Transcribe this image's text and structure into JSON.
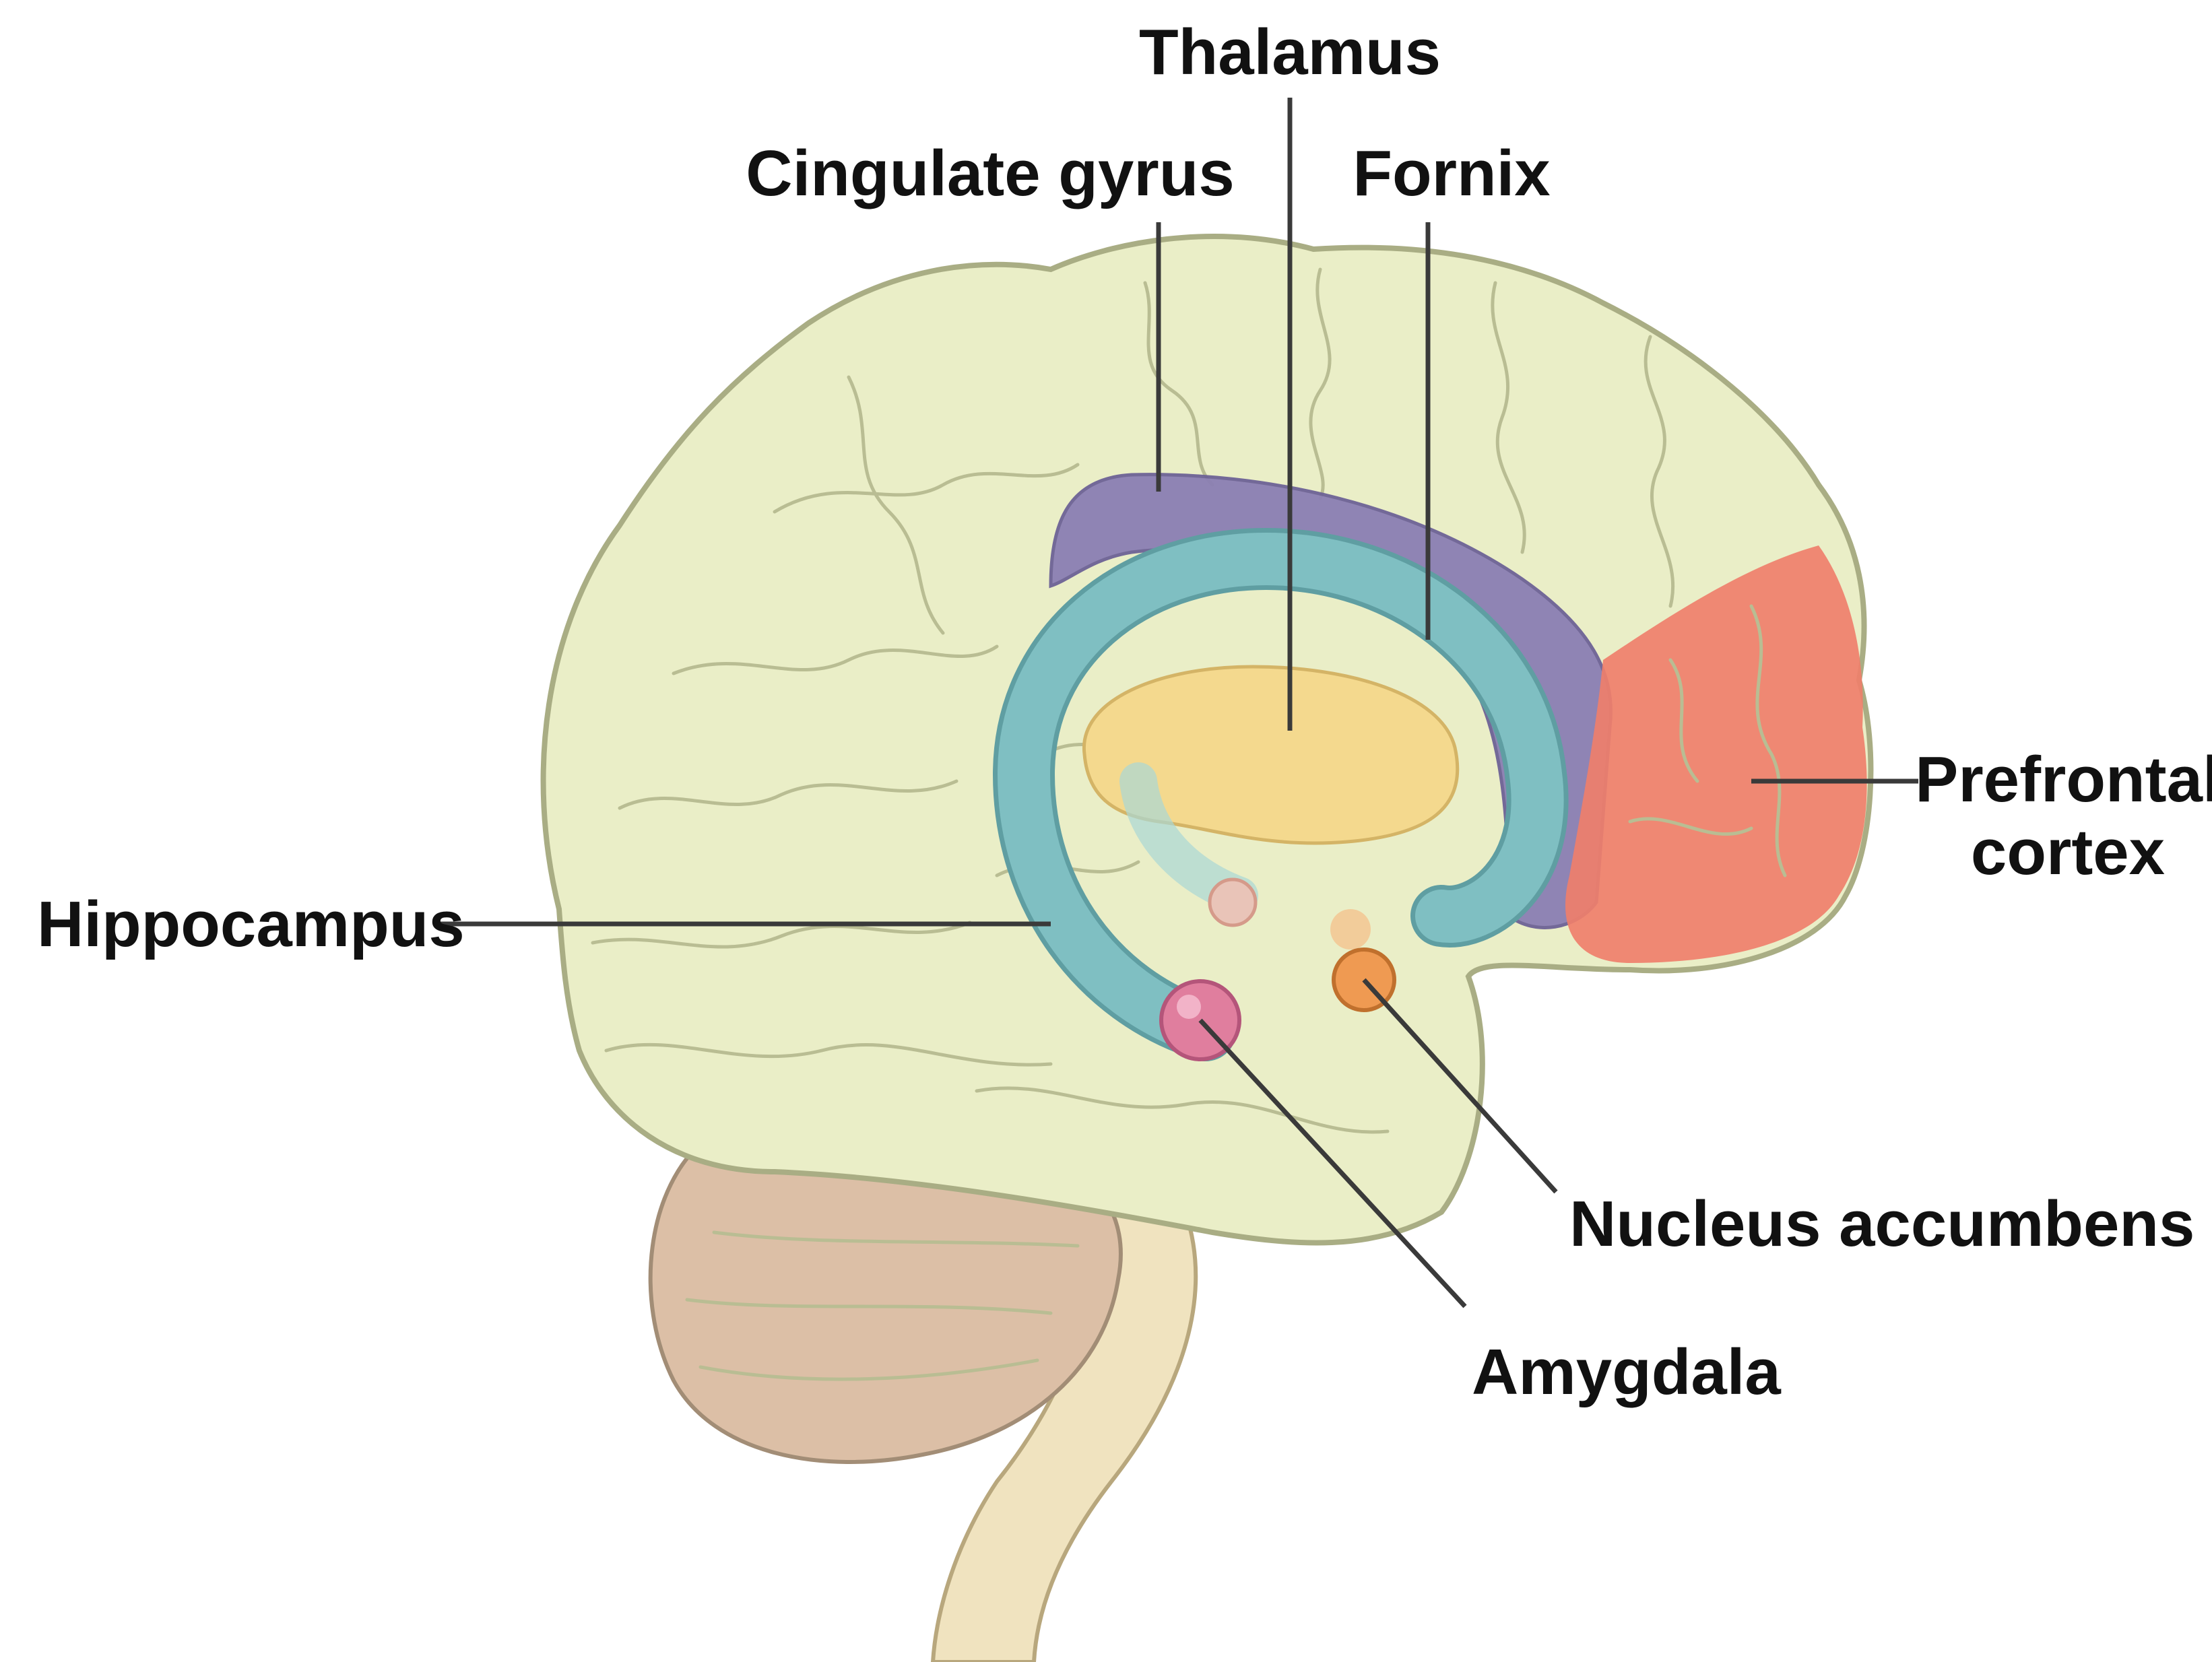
{
  "labels": {
    "thalamus": "Thalamus",
    "cingulate_gyrus": "Cingulate gyrus",
    "fornix": "Fornix",
    "prefrontal_cortex_line1": "Prefrontal",
    "prefrontal_cortex_line2": "cortex",
    "hippocampus": "Hippocampus",
    "nucleus_accumbens": "Nucleus accumbens",
    "amygdala": "Amygdala"
  },
  "colors": {
    "cerebrum": "#eaeec7",
    "cerebrum_outline": "#a9ad84",
    "cerebellum": "#dcbfa6",
    "brainstem": "#f0e3bf",
    "cingulate_gyrus": "#8b7fb3",
    "fornix_hippocampus": "#7fbfc2",
    "thalamus": "#f4d98e",
    "prefrontal_cortex": "#ef7f6b",
    "amygdala": "#e07e9e",
    "nucleus_accumbens": "#ef9a52"
  }
}
